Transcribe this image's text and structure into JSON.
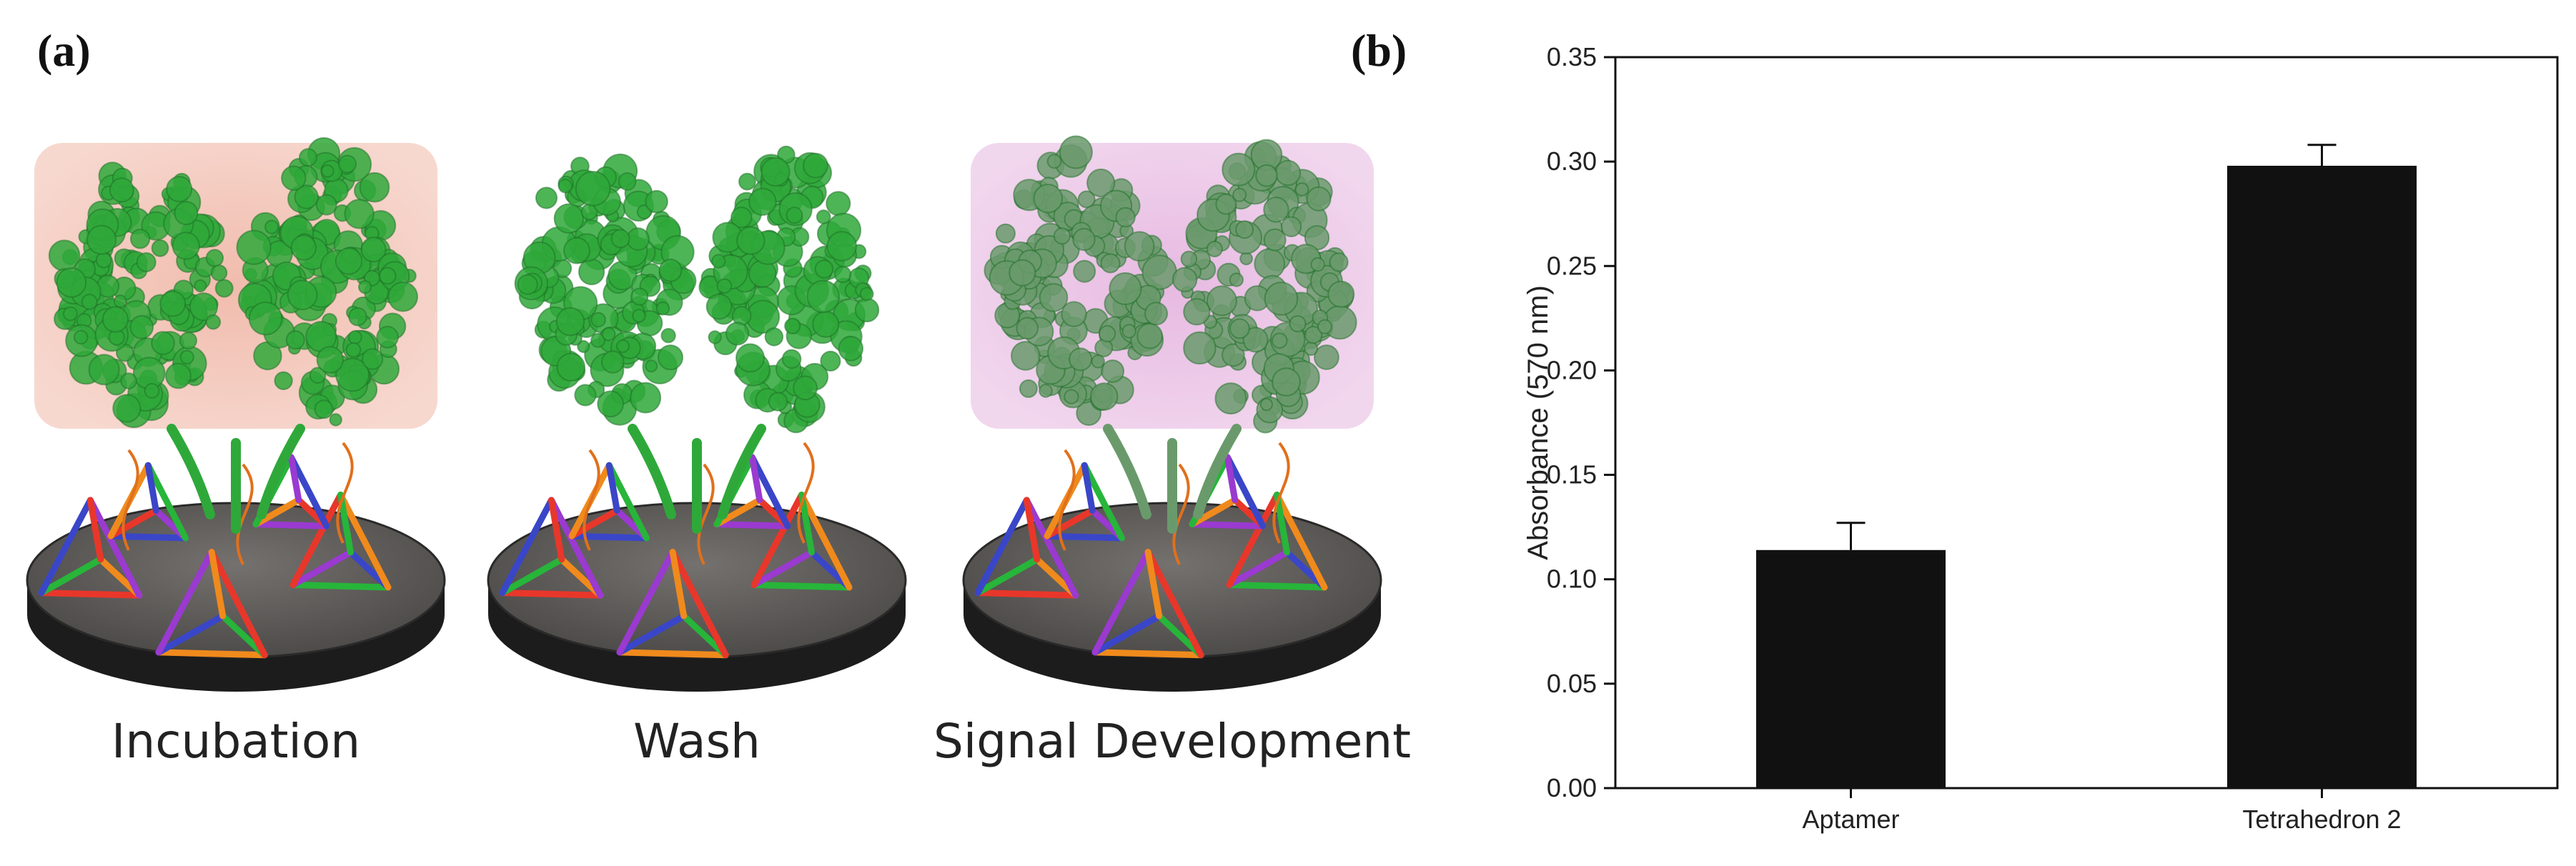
{
  "panels": {
    "a_label": "(a)",
    "b_label": "(b)"
  },
  "schematic": {
    "steps": [
      {
        "caption": "Incubation",
        "glow_color": "#f0b8a8"
      },
      {
        "caption": "Wash",
        "glow_color": ""
      },
      {
        "caption": "Signal Development",
        "glow_color": "#e6b6e0"
      }
    ],
    "colors": {
      "protein": "#2fa83a",
      "protein_faded": "#6a9a6c",
      "disk": "#5c5a58",
      "disk_edge": "#1c1c1c",
      "tetra": [
        "#e8372a",
        "#f08a1c",
        "#27b53a",
        "#3a46c8",
        "#9a3ad0"
      ]
    }
  },
  "chart_data": {
    "type": "bar",
    "categories": [
      "Aptamer",
      "Tetrahedron 2"
    ],
    "values": [
      0.114,
      0.298
    ],
    "errors": [
      0.013,
      0.01
    ],
    "xlabel": "",
    "ylabel": "Absorbance (570 nm)",
    "ylim": [
      0,
      0.35
    ],
    "yticks": [
      0.0,
      0.05,
      0.1,
      0.15,
      0.2,
      0.25,
      0.3,
      0.35
    ],
    "bar_color": "#111111",
    "grid": false
  }
}
